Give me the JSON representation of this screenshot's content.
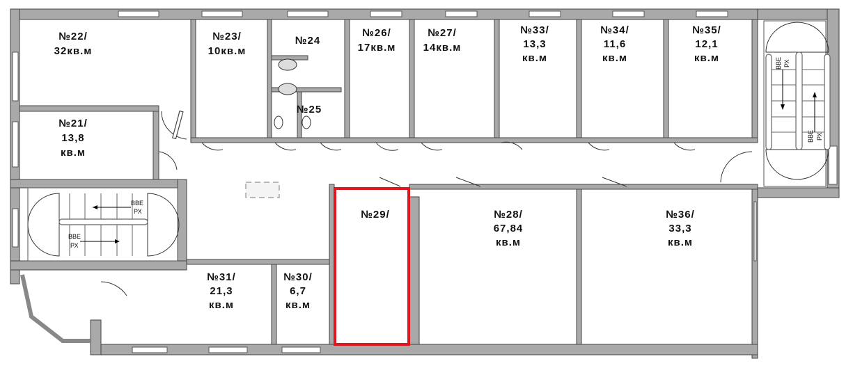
{
  "plan": {
    "highlight_color": "#e0161e",
    "rooms": [
      {
        "id": "22",
        "title": "№22/",
        "area": "32кв.м"
      },
      {
        "id": "23",
        "title": "№23/",
        "area": "10кв.м"
      },
      {
        "id": "24",
        "title": "№24"
      },
      {
        "id": "25",
        "title": "№25"
      },
      {
        "id": "26",
        "title": "№26/",
        "area": "17кв.м"
      },
      {
        "id": "27",
        "title": "№27/",
        "area": "14кв.м"
      },
      {
        "id": "33",
        "title": "№33/",
        "area": "13,3",
        "unit": "кв.м"
      },
      {
        "id": "34",
        "title": "№34/",
        "area": "11,6",
        "unit": "кв.м"
      },
      {
        "id": "35",
        "title": "№35/",
        "area": "12,1",
        "unit": "кв.м"
      },
      {
        "id": "21",
        "title": "№21/",
        "area": "13,8",
        "unit": "кв.м"
      },
      {
        "id": "29",
        "title": "№29/"
      },
      {
        "id": "28",
        "title": "№28/",
        "area": "67,84",
        "unit": "кв.м"
      },
      {
        "id": "36",
        "title": "№36/",
        "area": "33,3",
        "unit": "кв.м"
      },
      {
        "id": "31",
        "title": "№31/",
        "area": "21,3",
        "unit": "кв.м"
      },
      {
        "id": "30",
        "title": "№30/",
        "area": "6,7",
        "unit": "кв.м"
      }
    ],
    "stairs": {
      "up_1": "ВВЕ",
      "up_2": "РХ"
    }
  }
}
